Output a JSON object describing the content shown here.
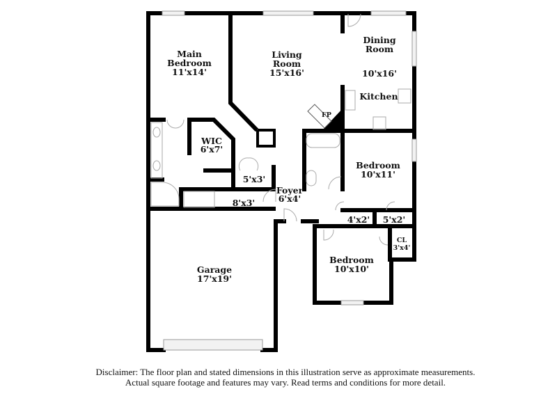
{
  "rooms": {
    "main_bedroom": {
      "name_1": "Main",
      "name_2": "Bedroom",
      "size": "11'x14'"
    },
    "living_room": {
      "name_1": "Living",
      "name_2": "Room",
      "size": "15'x16'"
    },
    "dining_room": {
      "name_1": "Dining",
      "name_2": "Room",
      "size": "10'x16'"
    },
    "kitchen": {
      "name": "Kitchen"
    },
    "fireplace": {
      "name": "FP"
    },
    "wic": {
      "name": "WIC",
      "size": "6'x7'"
    },
    "closet_5x3": {
      "size": "5'x3'"
    },
    "hall_8x3": {
      "size": "8'x3'"
    },
    "foyer": {
      "name": "Foyer",
      "size": "6'x4'"
    },
    "bedroom_2": {
      "name": "Bedroom",
      "size": "10'x11'"
    },
    "closet_4x2": {
      "size": "4'x2'"
    },
    "closet_5x2": {
      "size": "5'x2'"
    },
    "closet_cl": {
      "name": "CL",
      "size": "3'x4'"
    },
    "bedroom_3": {
      "name": "Bedroom",
      "size": "10'x10'"
    },
    "garage": {
      "name": "Garage",
      "size": "17'x19'"
    }
  },
  "disclaimer": {
    "line_1": "Disclaimer: The floor plan and stated dimensions in this illustration serve as approximate measurements.",
    "line_2": "Actual square footage and features may vary. Read terms and conditions for more detail."
  }
}
